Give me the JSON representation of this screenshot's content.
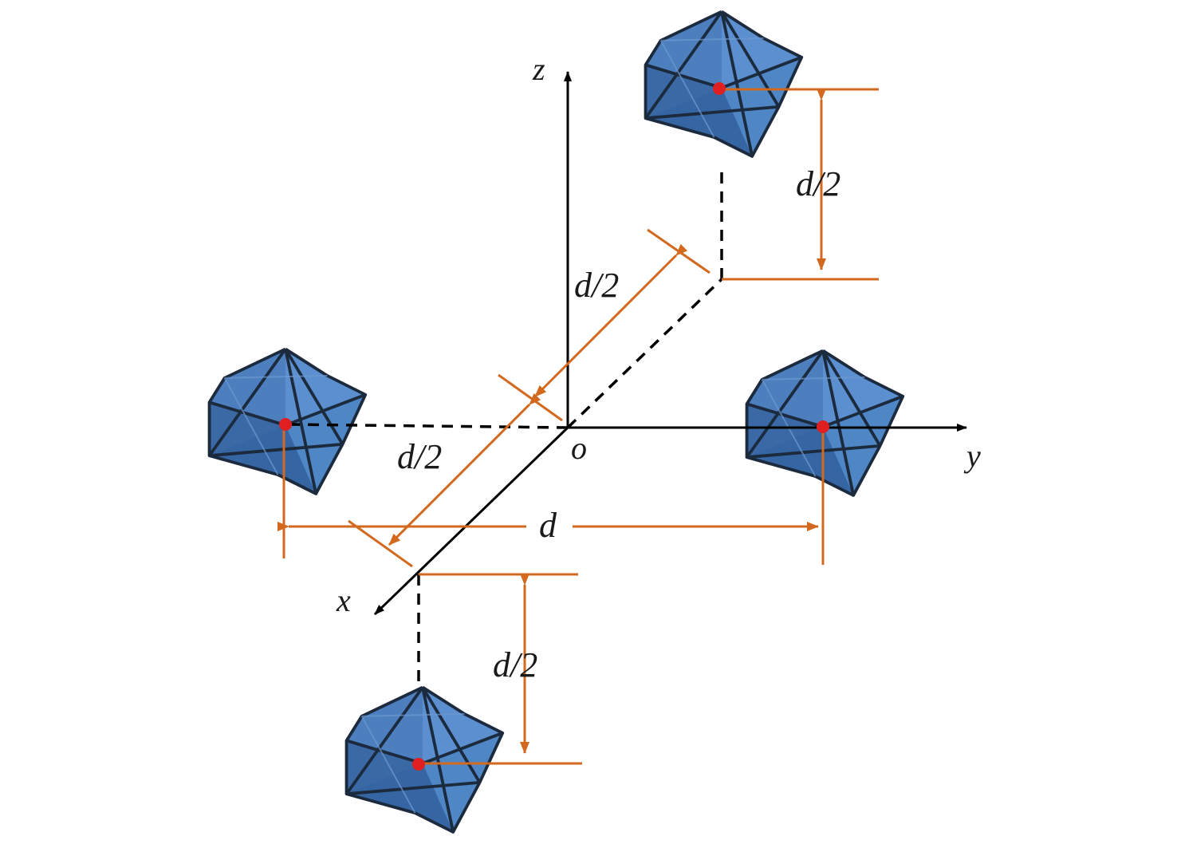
{
  "axes": {
    "x": "x",
    "y": "y",
    "z": "z",
    "origin": "o"
  },
  "dimensions": {
    "top_vertical": "d/2",
    "diagonal_upper": "d/2",
    "diagonal_lower": "d/2",
    "horizontal": "d",
    "bottom_vertical": "d/2"
  },
  "colors": {
    "axis": "#000000",
    "dimension": "#d2691e",
    "polyhedron_fill": "#4a7fbf",
    "polyhedron_edge": "#1c2a3d",
    "center_dot": "#e02020"
  },
  "shapes": {
    "polyhedron": "octahedron",
    "count": 4
  }
}
